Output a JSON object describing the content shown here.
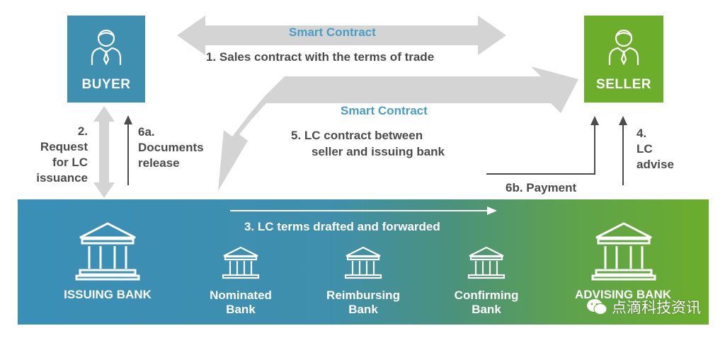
{
  "parties": {
    "buyer": "BUYER",
    "seller": "SELLER"
  },
  "smart_contract_top": "Smart Contract",
  "step1": "1. Sales contract with the terms of trade",
  "smart_contract_mid": "Smart Contract",
  "step5_line1": "5.  LC contract between",
  "step5_line2": "seller and issuing bank",
  "step2": [
    "2.",
    "Request",
    "for LC",
    "issuance"
  ],
  "step6a": [
    "6a.",
    "Documents",
    "release"
  ],
  "step4": [
    "4.",
    "LC",
    "advise"
  ],
  "step6b": "6b. Payment",
  "step3": "3. LC terms drafted and  forwarded",
  "banks": {
    "issuing": "ISSUING BANK",
    "nominated": [
      "Nominated",
      "Bank"
    ],
    "reimbursing": [
      "Reimbursing",
      "Bank"
    ],
    "confirming": [
      "Confirming",
      "Bank"
    ],
    "advising": "ADVISING BANK"
  },
  "watermark": "点滴科技资讯",
  "colors": {
    "buyer": "#3e8fb0",
    "seller": "#6cad2b",
    "text": "#4b4b4d",
    "smart_contract": "#4a9cc3",
    "arrow": "#d4d4d4"
  }
}
